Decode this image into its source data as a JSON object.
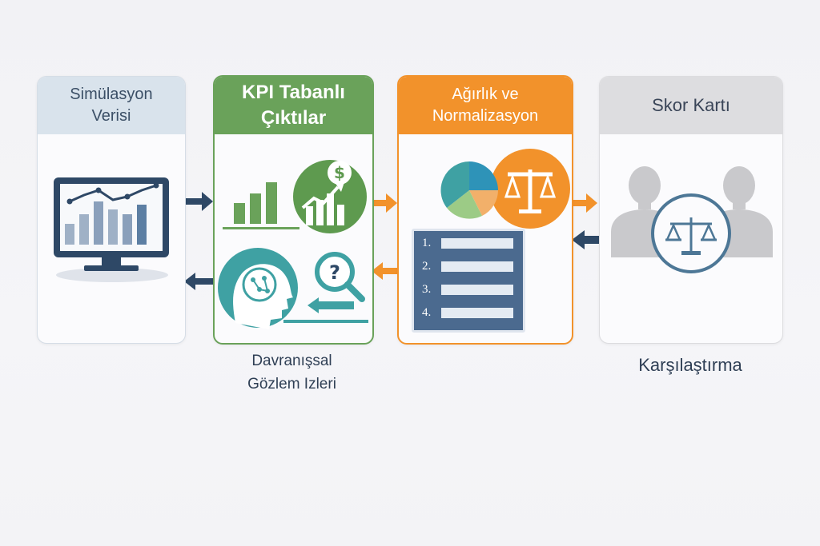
{
  "colors": {
    "navy": "#2e4866",
    "green": "#6aa25a",
    "orange": "#f2922b",
    "teal": "#3fa1a3",
    "gray": "#b9b9bd"
  },
  "cards": {
    "simulation": {
      "title": "Simülasyon\nVerisi",
      "icon": "monitor-chart-icon"
    },
    "kpi": {
      "title": "KPI Tabanlı\nÇıktılar",
      "icon": "bar-chart-dollar-icon"
    },
    "normalization": {
      "title": "Ağırlık ve\nNormalizasyon",
      "icon": "pie-scale-icon",
      "list_numbers": [
        "1.",
        "2.",
        "3.",
        "4."
      ]
    },
    "scorecard": {
      "title": "Skor Kartı",
      "icon": "people-scale-icon"
    }
  },
  "captions": {
    "behavior": "Davranışsal\nGözlem Izleri",
    "comparison": "Karşılaştırma"
  }
}
